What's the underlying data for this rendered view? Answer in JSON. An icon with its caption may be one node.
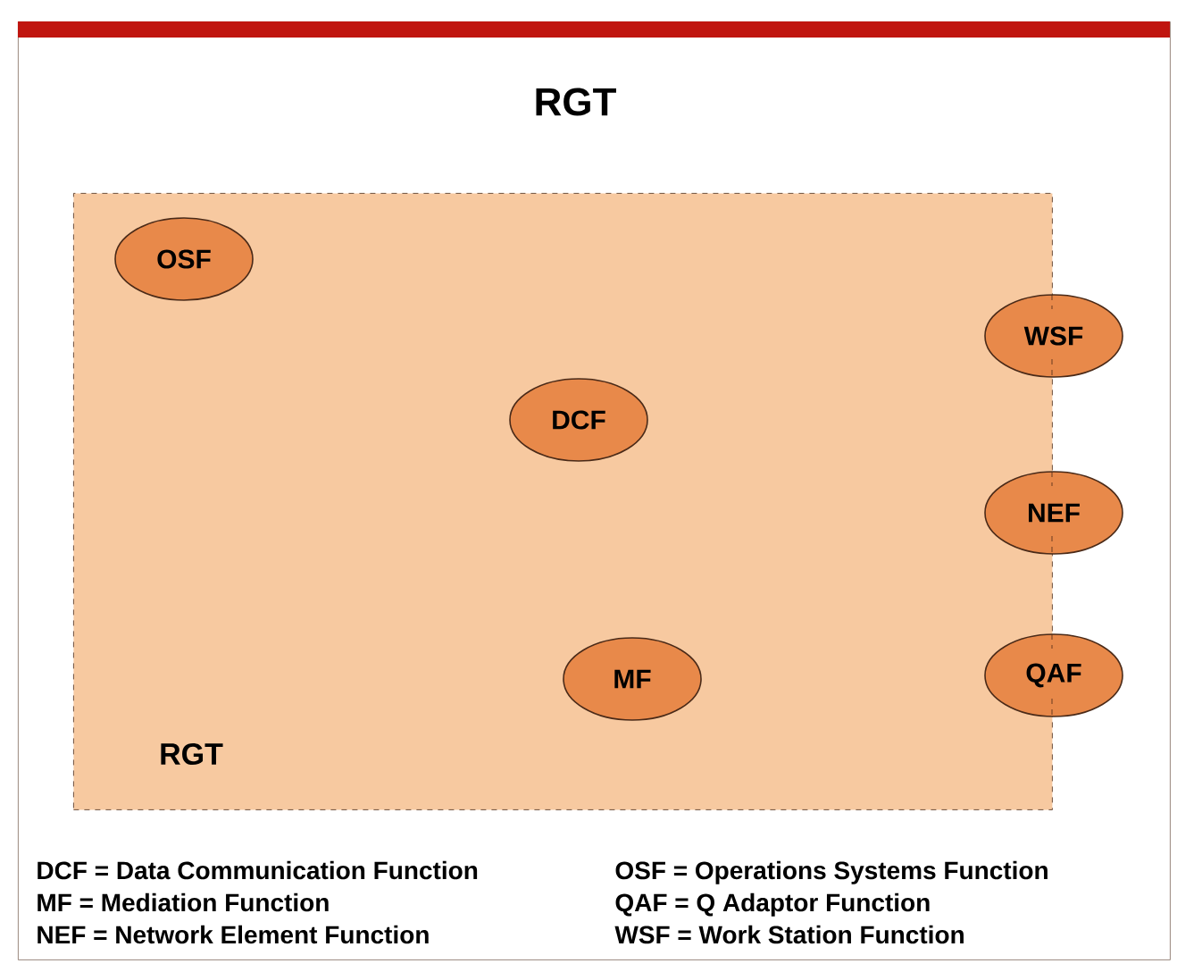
{
  "diagram": {
    "nodes": [
      {
        "text": [
          "RGT"
        ]
      },
      {
        "text": [
          "RGT"
        ],
        "in": 0
      },
      {
        "text": [
          "OSF"
        ],
        "in": 1
      },
      {
        "text": [
          "WSF"
        ],
        "in": 0
      },
      {
        "text": [
          "DCF"
        ],
        "in": 1
      },
      {
        "text": [
          "NEF"
        ],
        "in": 0
      },
      {
        "text": [
          "MF"
        ],
        "in": 1
      },
      {
        "text": [
          "QAF"
        ],
        "in": 0
      }
    ],
    "labels": [
      "DCF = Data Communication Function",
      "OSF = Operations Systems Function",
      "MF = Mediation Function",
      "QAF = Q Adaptor Function",
      "NEF = Network Element Function",
      "WSF = Work Station Function"
    ]
  }
}
